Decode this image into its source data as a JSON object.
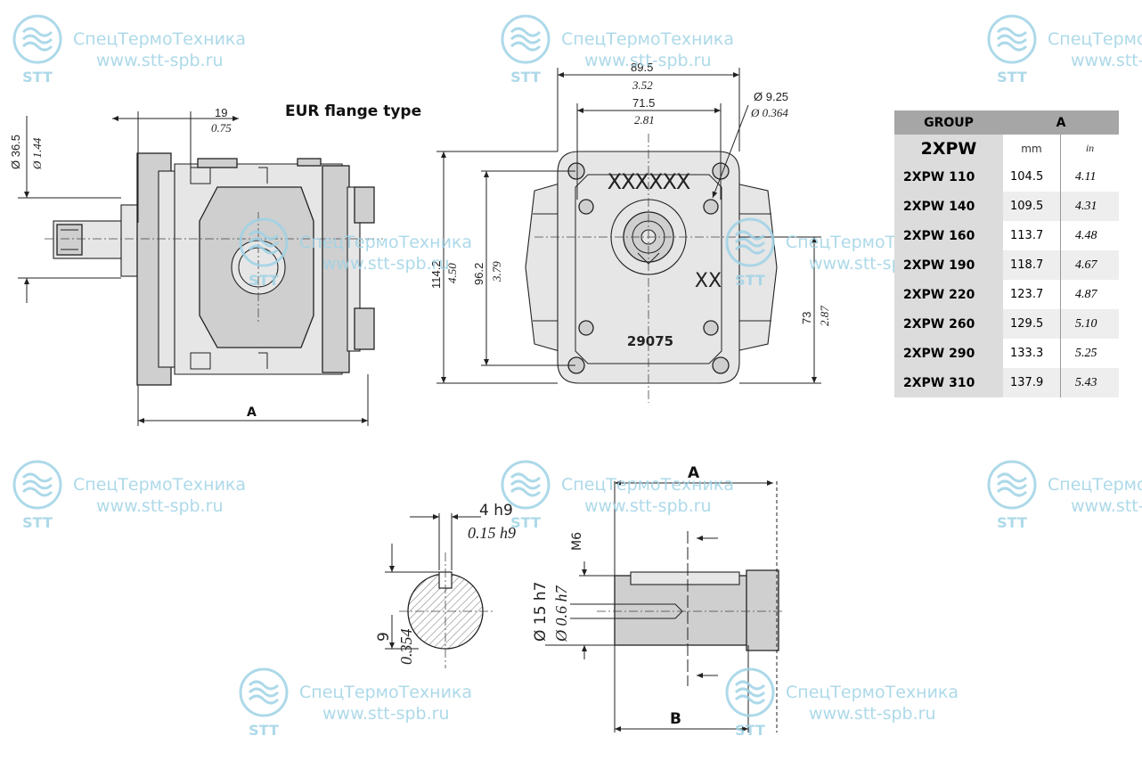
{
  "watermark": {
    "company": "СпецТермоТехника",
    "url": "www.stt-spb.ru",
    "logo_text": "STT",
    "color": "#9fd3e6"
  },
  "title": "EUR flange type",
  "side_view": {
    "dim_key_mm": "19",
    "dim_key_in": "0.75",
    "dim_shaft_mm": "Ø 36.5",
    "dim_shaft_in": "Ø 1.44",
    "dim_length": "A"
  },
  "front_view": {
    "dim_width_mm": "89.5",
    "dim_width_in": "3.52",
    "dim_bolt_mm": "71.5",
    "dim_bolt_in": "2.81",
    "dim_hole_mm": "Ø 9.25",
    "dim_hole_in": "Ø 0.364",
    "dim_height_mm": "114.2",
    "dim_height_in": "4.50",
    "dim_bolt_v_mm": "96.2",
    "dim_bolt_v_in": "3.79",
    "dim_center_mm": "73",
    "dim_center_in": "2.87",
    "marking_top": "XXXXXX",
    "marking_mid": "XX",
    "marking_code": "29075"
  },
  "shaft_detail": {
    "dim_key_mm": "4 h9",
    "dim_key_in": "0.15 h9",
    "dim_depth_mm": "9",
    "dim_depth_in": "0.354",
    "dim_thread": "M6",
    "dim_dia_mm": "Ø 15 h7",
    "dim_dia_in": "Ø 0.6 h7",
    "dim_a": "A",
    "dim_b": "B"
  },
  "table": {
    "header_group": "GROUP",
    "header_a": "A",
    "group_name": "2XPW",
    "unit_mm": "mm",
    "unit_in": "in",
    "rows": [
      {
        "model": "2XPW  110",
        "mm": "104.5",
        "in": "4.11"
      },
      {
        "model": "2XPW  140",
        "mm": "109.5",
        "in": "4.31"
      },
      {
        "model": "2XPW  160",
        "mm": "113.7",
        "in": "4.48"
      },
      {
        "model": "2XPW  190",
        "mm": "118.7",
        "in": "4.67"
      },
      {
        "model": "2XPW  220",
        "mm": "123.7",
        "in": "4.87"
      },
      {
        "model": "2XPW  260",
        "mm": "129.5",
        "in": "5.10"
      },
      {
        "model": "2XPW  290",
        "mm": "133.3",
        "in": "5.25"
      },
      {
        "model": "2XPW  310",
        "mm": "137.9",
        "in": "5.43"
      }
    ]
  }
}
